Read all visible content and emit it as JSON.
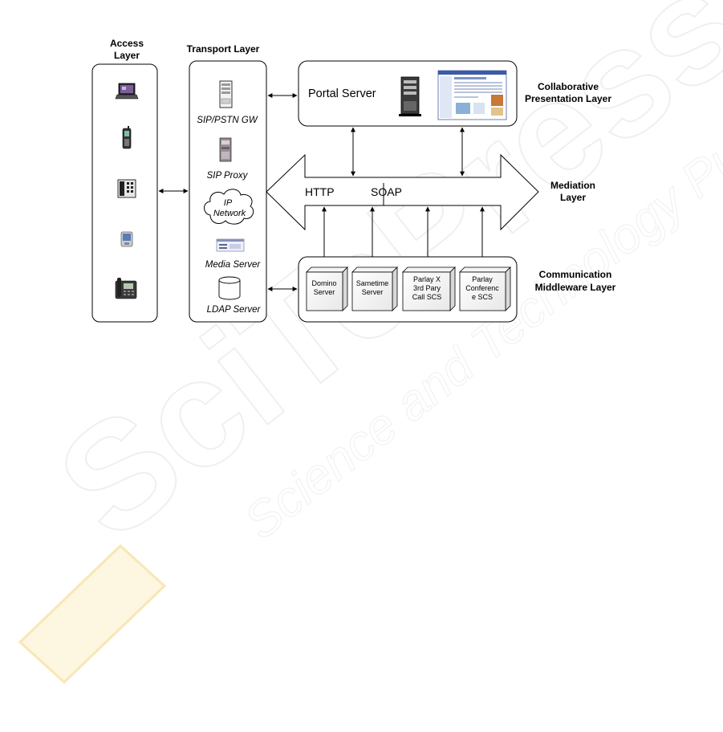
{
  "watermark": {
    "main": "SciTePress",
    "sub": "Science and Technology Publications"
  },
  "layers": {
    "access": [
      "Access",
      "Layer"
    ],
    "transport": "Transport Layer",
    "presentation": [
      "Collaborative",
      "Presentation Layer"
    ],
    "mediation": [
      "Mediation",
      "Layer"
    ],
    "communication": [
      "Communication",
      "Middleware Layer"
    ]
  },
  "access_devices": [
    {
      "icon": "laptop-icon"
    },
    {
      "icon": "mobile-phone-icon"
    },
    {
      "icon": "desk-phone-icon"
    },
    {
      "icon": "pda-icon"
    },
    {
      "icon": "ip-phone-icon"
    }
  ],
  "transport": {
    "sip_gw": "SIP/PSTN GW",
    "sip_proxy": "SIP Proxy",
    "ip_network": [
      "IP",
      "Network"
    ],
    "media_server": "Media Server",
    "ldap_server": "LDAP Server"
  },
  "portal": {
    "label": "Portal Server"
  },
  "mediation": {
    "http": "HTTP",
    "soap": "SOAP"
  },
  "middleware_boxes": [
    {
      "lines": [
        "Domino",
        "Server"
      ]
    },
    {
      "lines": [
        "Sametime",
        "Server"
      ]
    },
    {
      "lines": [
        "Parlay  X",
        "3rd Pary",
        "Call SCS"
      ]
    },
    {
      "lines": [
        "Parlay",
        "Conferenc",
        "e SCS"
      ]
    }
  ]
}
